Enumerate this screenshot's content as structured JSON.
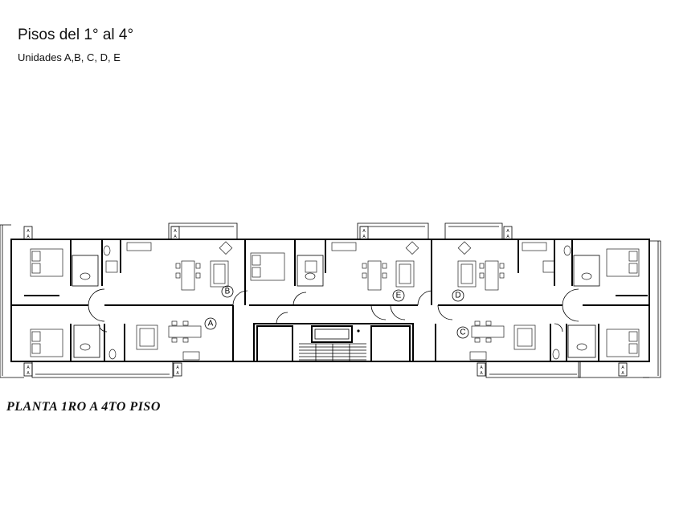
{
  "header": {
    "title": "Pisos del 1° al 4°",
    "subtitle": "Unidades A,B, C, D, E"
  },
  "plan": {
    "caption": "PLANTA 1RO A 4TO PISO",
    "unit_labels": [
      "A",
      "B",
      "C",
      "D",
      "E"
    ],
    "wall_tag": "A"
  }
}
